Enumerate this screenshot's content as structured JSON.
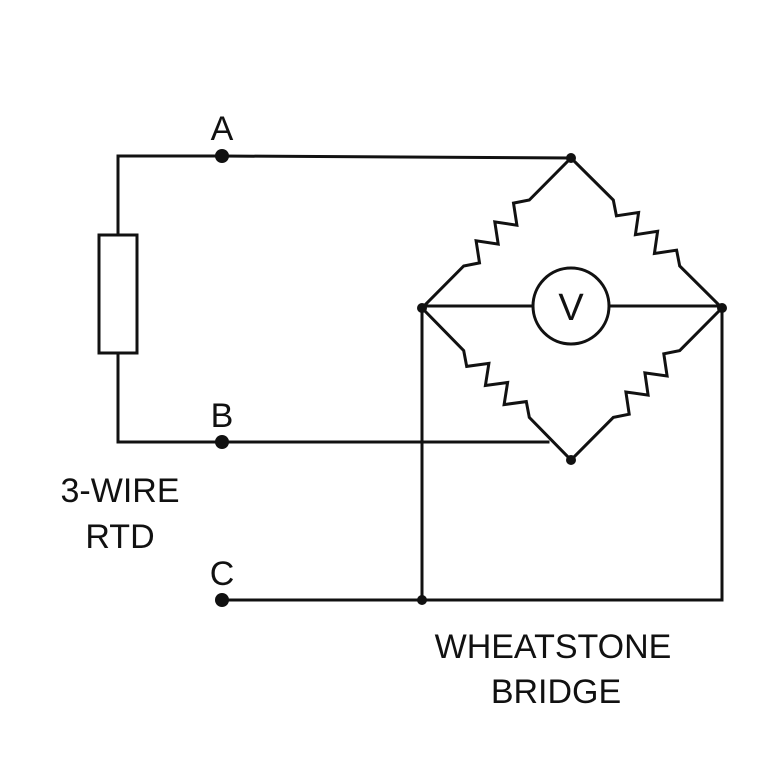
{
  "diagram": {
    "terminals": {
      "a": "A",
      "b": "B",
      "c": "C"
    },
    "rtd_caption": {
      "line1": "3-WIRE",
      "line2": "RTD"
    },
    "bridge_caption": {
      "line1": "WHEATSTONE",
      "line2": "BRIDGE"
    },
    "voltmeter_symbol": "V"
  },
  "colors": {
    "line": "#111111",
    "background": "#ffffff"
  }
}
